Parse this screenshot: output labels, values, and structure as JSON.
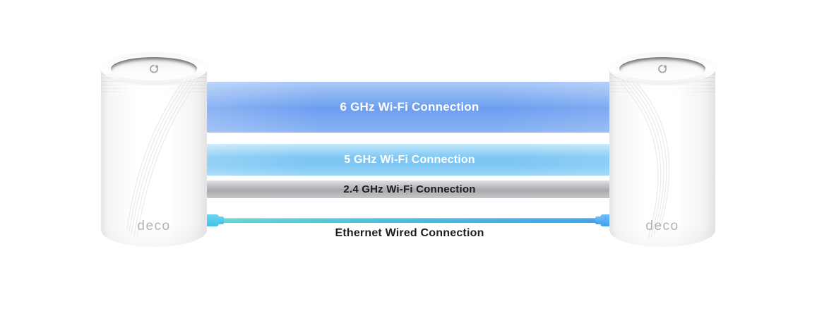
{
  "canvas": {
    "background": "#ffffff"
  },
  "devices": {
    "left": {
      "logo_text": "deco"
    },
    "right": {
      "logo_text": "deco"
    }
  },
  "connections": [
    {
      "id": "wifi-6ghz",
      "label": "6 GHz Wi-Fi Connection",
      "colors": {
        "top": "#aac9f7",
        "mid": "#6c9ef0",
        "bottom": "#8ab3f3",
        "text": "#ffffff"
      }
    },
    {
      "id": "wifi-5ghz",
      "label": "5 GHz Wi-Fi Connection",
      "colors": {
        "top": "#c4e8fa",
        "mid": "#7ec7f4",
        "bottom": "#9bd7f7",
        "text": "#ffffff"
      }
    },
    {
      "id": "wifi-24ghz",
      "label": "2.4 GHz Wi-Fi Connection",
      "colors": {
        "top": "#e1e1e3",
        "mid": "#a9a9ae",
        "bottom": "#c7c7ca",
        "text": "#1d1d1f"
      }
    },
    {
      "id": "ethernet",
      "label": "Ethernet Wired Connection",
      "colors": {
        "start": "#62d9d2",
        "end": "#3fa3ef",
        "plug_left": "#3ec3ea",
        "plug_right": "#3da1f0",
        "text": "#1d1d1f"
      }
    }
  ]
}
